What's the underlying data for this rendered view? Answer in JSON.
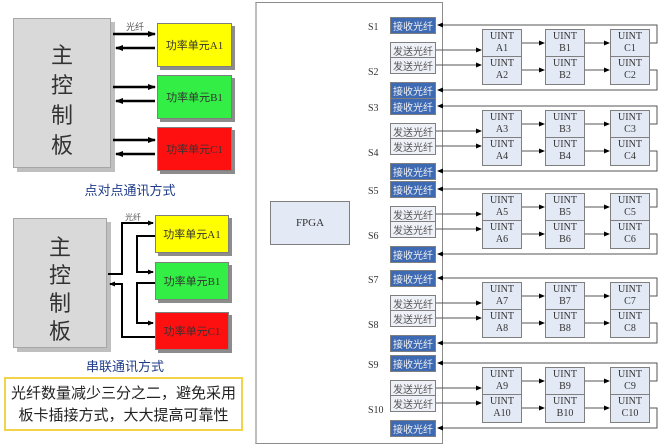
{
  "left_top": {
    "board_chars": [
      "主",
      "控",
      "制",
      "板"
    ],
    "fiber_label": "光纤",
    "units": [
      {
        "label": "功率单元A1",
        "color": "#ffff00"
      },
      {
        "label": "功率单元B1",
        "color": "#33ee44"
      },
      {
        "label": "功率单元C1",
        "color": "#ff1010"
      }
    ],
    "caption": "点对点通讯方式"
  },
  "left_bottom": {
    "board_chars": [
      "主",
      "控",
      "制",
      "板"
    ],
    "fiber_label": "光纤",
    "units": [
      {
        "label": "功率单元A1",
        "color": "#ffff00"
      },
      {
        "label": "功率单元B1",
        "color": "#33ee44"
      },
      {
        "label": "功率单元C1",
        "color": "#ff1010"
      }
    ],
    "caption": "串联通讯方式"
  },
  "note": {
    "line1": "光纤数量减少三分之二，避免采用",
    "line2": "板卡插接方式，大大提高可靠性"
  },
  "fpga": {
    "label": "FPGA"
  },
  "fiber": {
    "recv_label": "接收光纤",
    "send_label": "发送光纤"
  },
  "slots": [
    {
      "s": "S1",
      "units": [
        "UINT A1",
        "UINT B1",
        "UINT C1"
      ]
    },
    {
      "s": "S2",
      "units": [
        "UINT A2",
        "UINT B2",
        "UINT C2"
      ]
    },
    {
      "s": "S3",
      "units": [
        "UINT A3",
        "UINT B3",
        "UINT C3"
      ]
    },
    {
      "s": "S4",
      "units": [
        "UINT A4",
        "UINT B4",
        "UINT C4"
      ]
    },
    {
      "s": "S5",
      "units": [
        "UINT A5",
        "UINT B5",
        "UINT C5"
      ]
    },
    {
      "s": "S6",
      "units": [
        "UINT A6",
        "UINT B6",
        "UINT C6"
      ]
    },
    {
      "s": "S7",
      "units": [
        "UINT A7",
        "UINT B7",
        "UINT C7"
      ]
    },
    {
      "s": "S8",
      "units": [
        "UINT A8",
        "UINT B8",
        "UINT C8"
      ]
    },
    {
      "s": "S9",
      "units": [
        "UINT A9",
        "UINT B9",
        "UINT C9"
      ]
    },
    {
      "s": "S10",
      "units": [
        "UINT A10",
        "UINT B10",
        "UINT C10"
      ]
    }
  ]
}
